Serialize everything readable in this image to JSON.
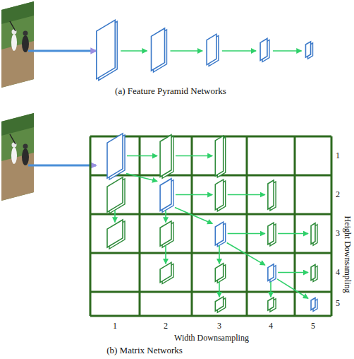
{
  "diagram": {
    "labels": [
      "(a) Feature Pyramid Networks",
      "1",
      "2",
      "3",
      "4",
      "5",
      "Height Downsampling",
      "1",
      "2",
      "3",
      "4",
      "5",
      "Width Downsampling",
      "(b) Matrix Networks"
    ]
  }
}
